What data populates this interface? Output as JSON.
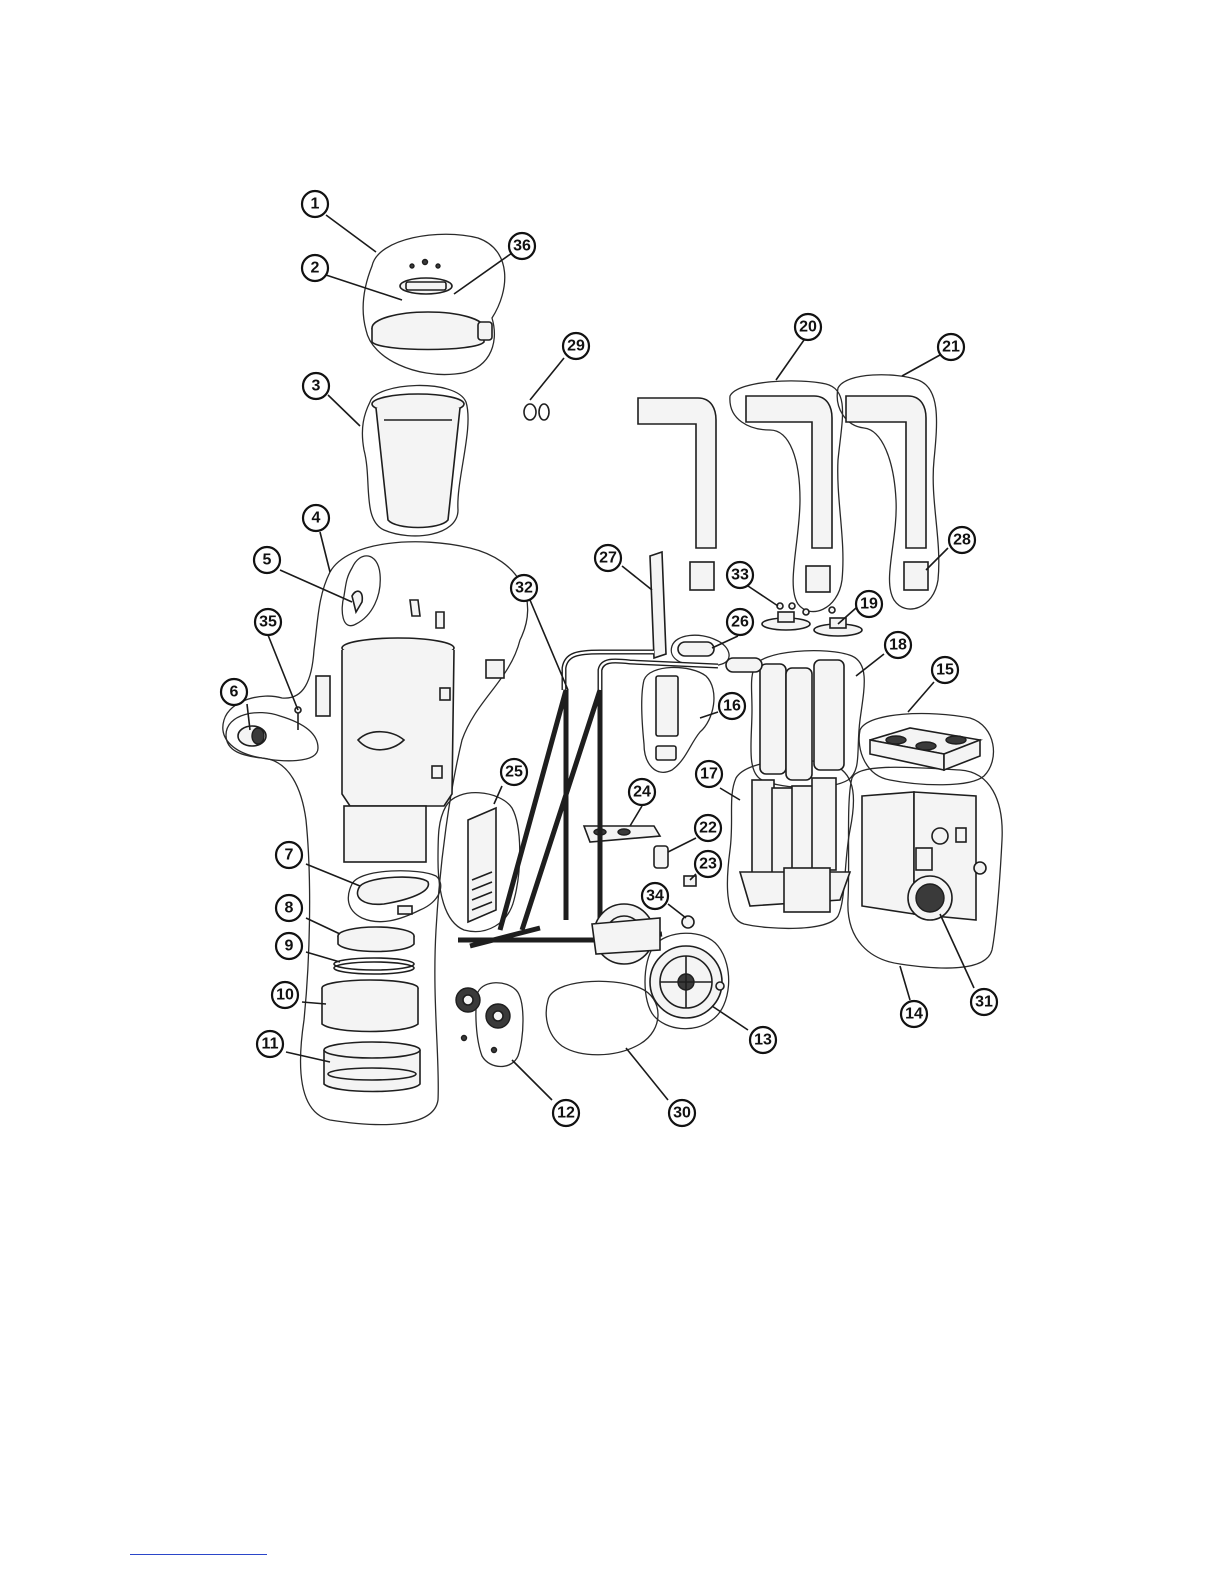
{
  "callouts": [
    {
      "label": "1"
    },
    {
      "label": "2"
    },
    {
      "label": "3"
    },
    {
      "label": "4"
    },
    {
      "label": "5"
    },
    {
      "label": "6"
    },
    {
      "label": "7"
    },
    {
      "label": "8"
    },
    {
      "label": "9"
    },
    {
      "label": "10"
    },
    {
      "label": "11"
    },
    {
      "label": "12"
    },
    {
      "label": "13"
    },
    {
      "label": "14"
    },
    {
      "label": "15"
    },
    {
      "label": "16"
    },
    {
      "label": "17"
    },
    {
      "label": "18"
    },
    {
      "label": "19"
    },
    {
      "label": "20"
    },
    {
      "label": "21"
    },
    {
      "label": "22"
    },
    {
      "label": "23"
    },
    {
      "label": "24"
    },
    {
      "label": "25"
    },
    {
      "label": "26"
    },
    {
      "label": "27"
    },
    {
      "label": "28"
    },
    {
      "label": "29"
    },
    {
      "label": "30"
    },
    {
      "label": "31"
    },
    {
      "label": "32"
    },
    {
      "label": "33"
    },
    {
      "label": "34"
    },
    {
      "label": "35"
    },
    {
      "label": "36"
    }
  ],
  "colors": {
    "line": "#1e1e1e",
    "part_fill": "#f4f4f4",
    "background": "#ffffff",
    "footer_link": "#2b46c9"
  }
}
